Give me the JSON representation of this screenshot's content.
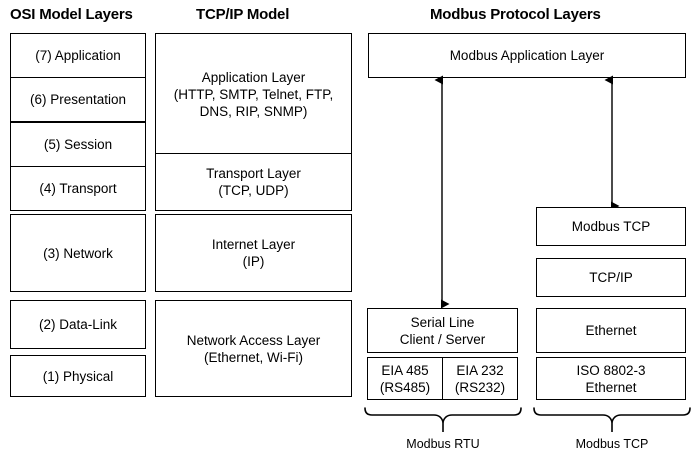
{
  "diagram": {
    "title_columns": [
      {
        "id": "osi",
        "label": "OSI Model Layers"
      },
      {
        "id": "tcpip",
        "label": "TCP/IP Model"
      },
      {
        "id": "modbus",
        "label": "Modbus Protocol Layers"
      }
    ],
    "osi_layers": [
      {
        "label": "(7) Application"
      },
      {
        "label": "(6) Presentation"
      },
      {
        "label": "(5) Session"
      },
      {
        "label": "(4) Transport"
      },
      {
        "label": "(3) Network"
      },
      {
        "label": "(2) Data-Link"
      },
      {
        "label": "(1) Physical"
      }
    ],
    "tcpip_layers": [
      {
        "label": "Application Layer\n(HTTP, SMTP, Telnet, FTP,\nDNS, RIP, SNMP)"
      },
      {
        "label": "Transport Layer\n(TCP, UDP)"
      },
      {
        "label": "Internet Layer\n(IP)"
      },
      {
        "label": "Network Access Layer\n(Ethernet, Wi-Fi)"
      }
    ],
    "modbus": {
      "application_layer": "Modbus Application Layer",
      "serial_branch": {
        "client_server": "Serial Line\nClient / Server",
        "physical_left": "EIA 485\n(RS485)",
        "physical_right": "EIA 232\n(RS232)",
        "brace_label": "Modbus RTU"
      },
      "tcp_branch": {
        "modbus_tcp": "Modbus TCP",
        "tcp_ip": "TCP/IP",
        "ethernet": "Ethernet",
        "iso_ethernet": "ISO 8802-3\nEthernet",
        "brace_label": "Modbus TCP"
      }
    },
    "colors": {
      "stroke": "#000000",
      "background": "#ffffff",
      "text": "#000000"
    }
  }
}
